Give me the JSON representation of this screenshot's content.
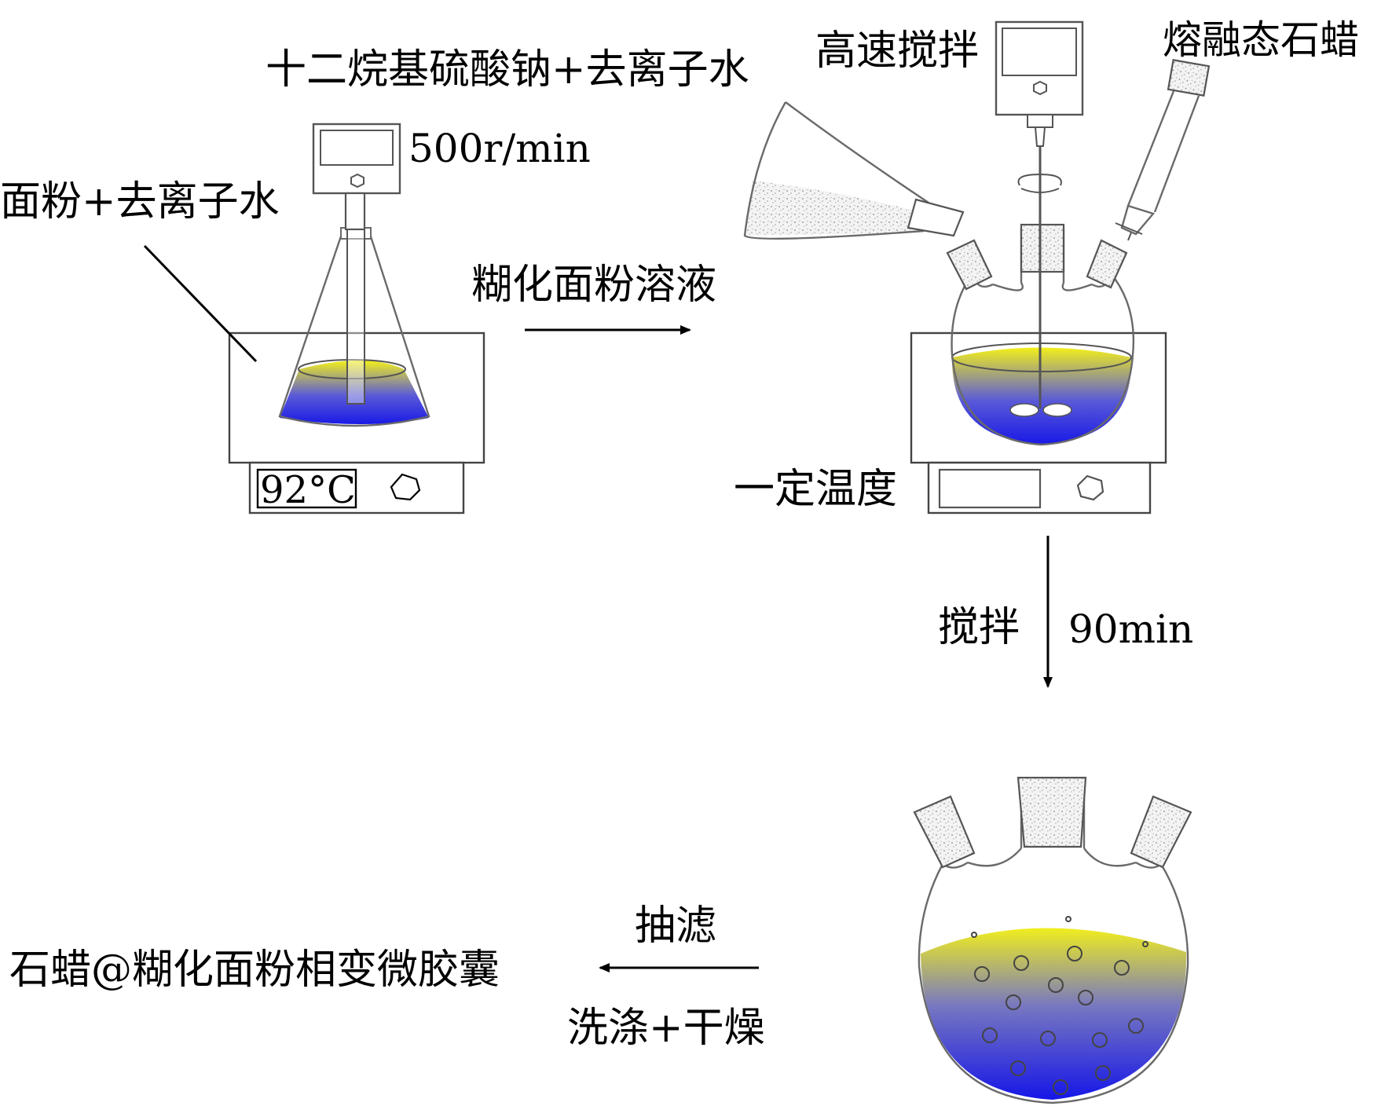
{
  "labels": {
    "flour_water": "面粉+去离子水",
    "sds_water": "十二烷基硫酸钠+去离子水",
    "speed": "500r/min",
    "temp": "92°C",
    "gelatinized": "糊化面粉溶液",
    "high_speed": "高速搅拌",
    "molten_wax": "熔融态石蜡",
    "certain_temp": "一定温度",
    "stir": "搅拌",
    "time": "90min",
    "filter": "抽滤",
    "wash_dry": "洗涤+干燥",
    "product": "石蜡@糊化面粉相变微胶囊"
  },
  "colors": {
    "liquid_top": "#f2ef1a",
    "liquid_bottom": "#1a1ae6",
    "glass": "#6a6a6a"
  }
}
